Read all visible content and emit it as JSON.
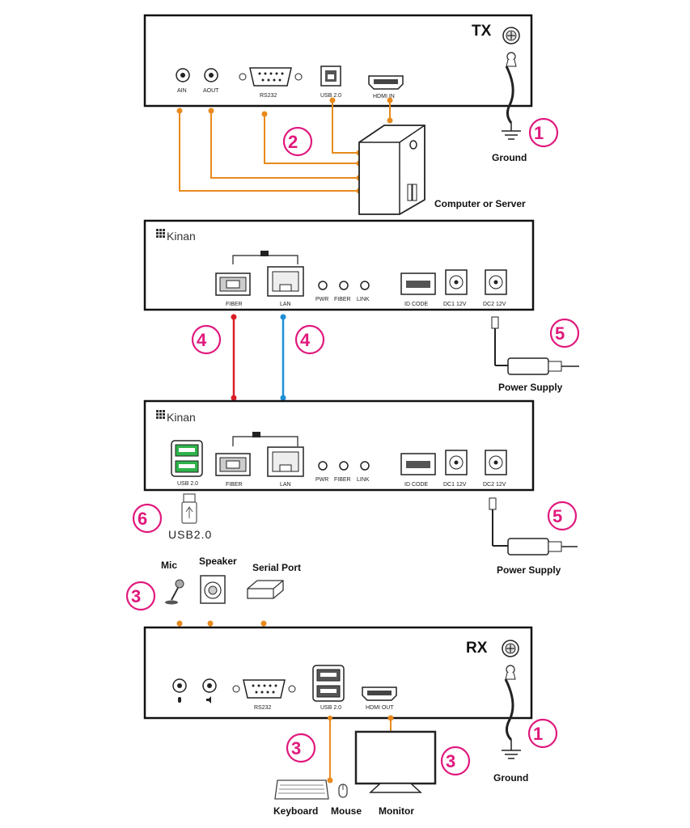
{
  "colors": {
    "orange_cable": "#e88a1c",
    "fiber_cable": "#d91f26",
    "lan_cable": "#1e90d6",
    "callout": "#e0197d"
  },
  "tx": {
    "title": "TX",
    "ports": {
      "ain": "AIN",
      "aout": "AOUT",
      "rs232": "RS232",
      "usb": "USB 2.0",
      "hdmi": "HDMI IN"
    }
  },
  "rx": {
    "title": "RX",
    "ports": {
      "rs232": "RS232",
      "usb": "USB 2.0",
      "hdmi": "HDMI OUT"
    }
  },
  "ext1": {
    "brand": "Kinan",
    "ports": {
      "fiber": "FIBER",
      "lan": "LAN",
      "pwr": "PWR",
      "fiber_led": "FIBER",
      "link": "LINK",
      "id_code": "ID CODE",
      "dc1": "DC1 12V",
      "dc2": "DC2 12V"
    }
  },
  "ext2": {
    "brand": "Kinan",
    "ports": {
      "usb": "USB 2.0",
      "fiber": "FIBER",
      "lan": "LAN",
      "pwr": "PWR",
      "fiber_led": "FIBER",
      "link": "LINK",
      "id_code": "ID CODE",
      "dc1": "DC1 12V",
      "dc2": "DC2 12V"
    }
  },
  "labels": {
    "ground_top": "Ground",
    "ground_bottom": "Ground",
    "computer": "Computer or Server",
    "power_supply_1": "Power Supply",
    "power_supply_2": "Power Supply",
    "usb_stick": "USB2.0",
    "mic": "Mic",
    "speaker": "Speaker",
    "serial_port": "Serial Port",
    "keyboard": "Keyboard",
    "mouse": "Mouse",
    "monitor": "Monitor"
  },
  "callouts": {
    "ground_tx": "1",
    "computer": "2",
    "fiber": "4",
    "lan": "4",
    "power_1": "5",
    "power_2": "5",
    "usb_stick": "6",
    "audio_serial": "3",
    "keyboard_mouse": "3",
    "monitor": "3",
    "ground_rx": "1"
  }
}
